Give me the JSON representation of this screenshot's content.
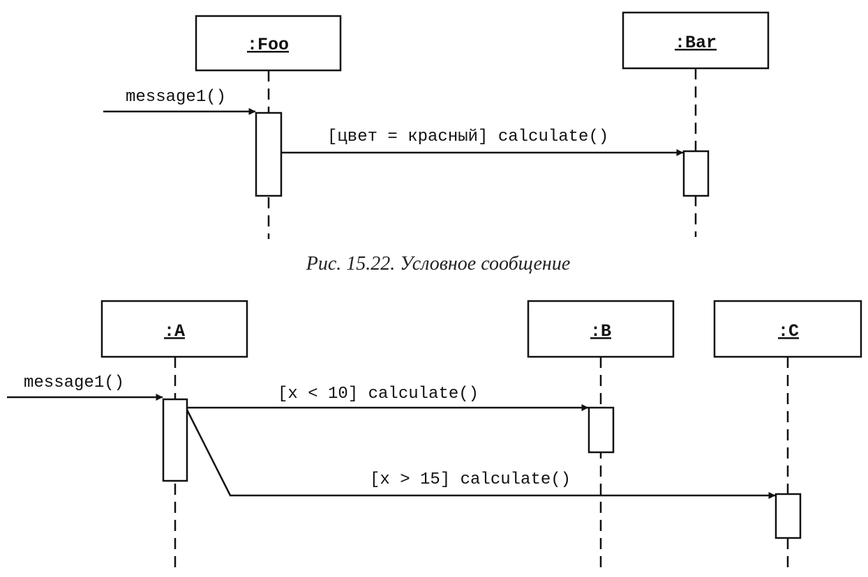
{
  "figure1": {
    "caption": "Рис. 15.22. Условное сообщение",
    "objects": [
      {
        "id": "foo",
        "label": ":Foo"
      },
      {
        "id": "bar",
        "label": ":Bar"
      }
    ],
    "messages": [
      {
        "label": "message1()",
        "from": null,
        "to": "foo"
      },
      {
        "label": "[цвет = красный] calculate()",
        "from": "foo",
        "to": "bar"
      }
    ]
  },
  "figure2": {
    "objects": [
      {
        "id": "a",
        "label": ":A"
      },
      {
        "id": "b",
        "label": ":B"
      },
      {
        "id": "c",
        "label": ":C"
      }
    ],
    "messages": [
      {
        "label": "message1()",
        "from": null,
        "to": "a"
      },
      {
        "label": "[x < 10] calculate()",
        "from": "a",
        "to": "b"
      },
      {
        "label": "[x > 15] calculate()",
        "from": "a",
        "to": "c"
      }
    ]
  },
  "colors": {
    "ink": "#111111",
    "background": "#ffffff"
  }
}
